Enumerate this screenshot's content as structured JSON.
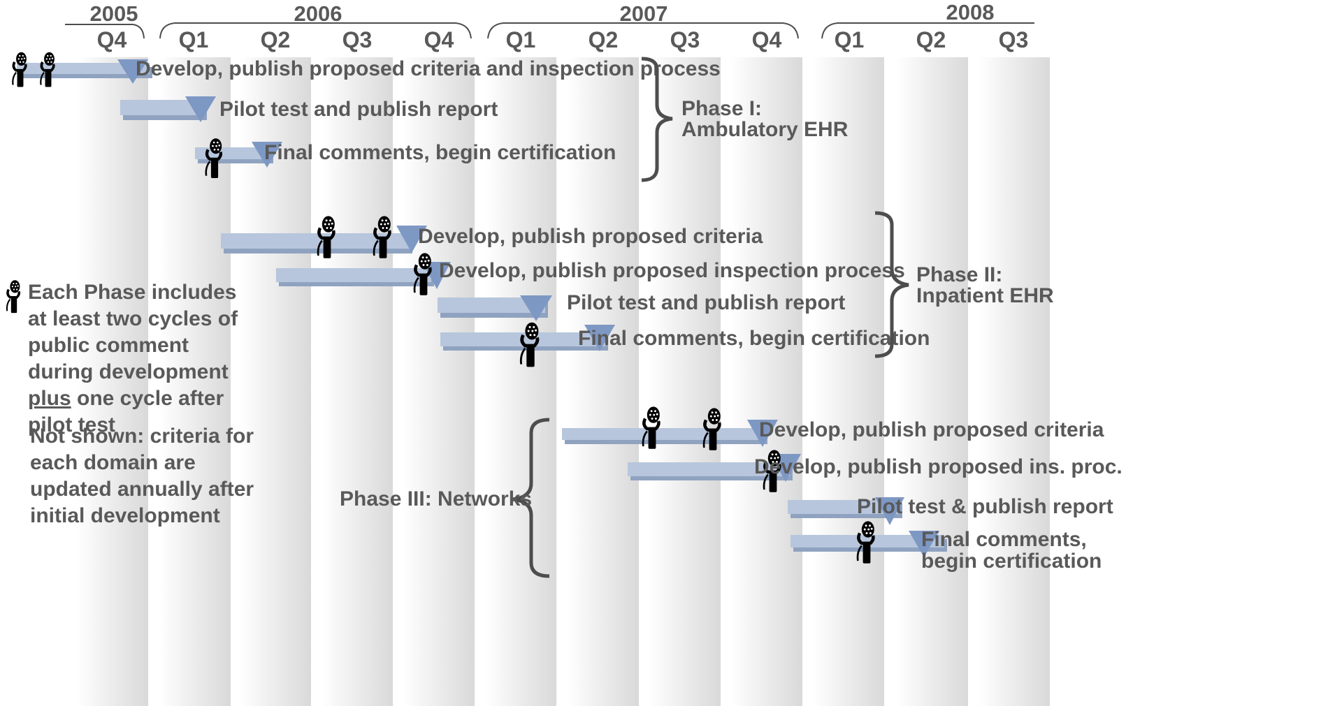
{
  "years": [
    "2005",
    "2006",
    "2007",
    "2008"
  ],
  "quarters": [
    "Q4",
    "Q1",
    "Q2",
    "Q3",
    "Q4",
    "Q1",
    "Q2",
    "Q3",
    "Q4",
    "Q1",
    "Q2",
    "Q3"
  ],
  "phases": {
    "phase1": {
      "line1": "Phase I:",
      "line2": "Ambulatory EHR"
    },
    "phase2": {
      "line1": "Phase II:",
      "line2": "Inpatient EHR"
    },
    "phase3": {
      "label": "Phase III: Networks"
    }
  },
  "tasks": {
    "p1_develop": "Develop, publish proposed criteria and inspection process",
    "p1_pilot": "Pilot test and publish report",
    "p1_final": "Final comments, begin certification",
    "p2_develop_criteria": "Develop, publish proposed criteria",
    "p2_develop_inspection": "Develop, publish proposed inspection process",
    "p2_pilot": "Pilot test and publish report",
    "p2_final": "Final comments, begin certification",
    "p3_develop_criteria": "Develop, publish proposed criteria",
    "p3_develop_ins": "Develop, publish proposed ins. proc.",
    "p3_pilot": "Pilot test & publish report",
    "p3_final_line1": "Final comments,",
    "p3_final_line2": "begin certification"
  },
  "notes": {
    "cycles_before": "Each Phase includes at least two cycles of public comment during development",
    "cycles_plus": "plus",
    "cycles_after": "one cycle after pilot test",
    "not_shown": "Not shown: criteria for each domain are updated annually after initial development"
  },
  "icons": {
    "public_comment": "microphone-speaker-icon",
    "milestone": "triangle-milestone-icon"
  },
  "colors": {
    "bar": "#b7c6dc",
    "bar_shadow": "#8fa2c0",
    "milestone": "#7e98c4",
    "text": "#595959",
    "brace": "#4d4d4d"
  }
}
